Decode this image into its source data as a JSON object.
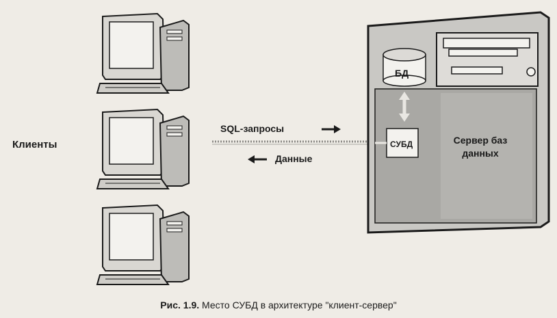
{
  "diagram": {
    "clients_label": "Клиенты",
    "sql_label": "SQL-запросы",
    "data_label": "Данные",
    "db_label": "БД",
    "dbms_label": "СУБД",
    "server_label": "Сервер баз данных"
  },
  "caption": {
    "prefix": "Рис. 1.9.",
    "text": " Место СУБД в архитектуре \"клиент-сервер\""
  },
  "colors": {
    "paper": "#efece6",
    "ink": "#1a1a1a",
    "monitor_body": "#d9d7d2",
    "screen": "#f3f2ee",
    "server_body": "#c9c8c4",
    "server_panel": "#a9a8a4"
  },
  "icons": [
    "client-computer-icon",
    "server-tower-icon",
    "database-cylinder-icon",
    "right-arrow-icon",
    "left-arrow-icon",
    "double-arrow-icon"
  ]
}
